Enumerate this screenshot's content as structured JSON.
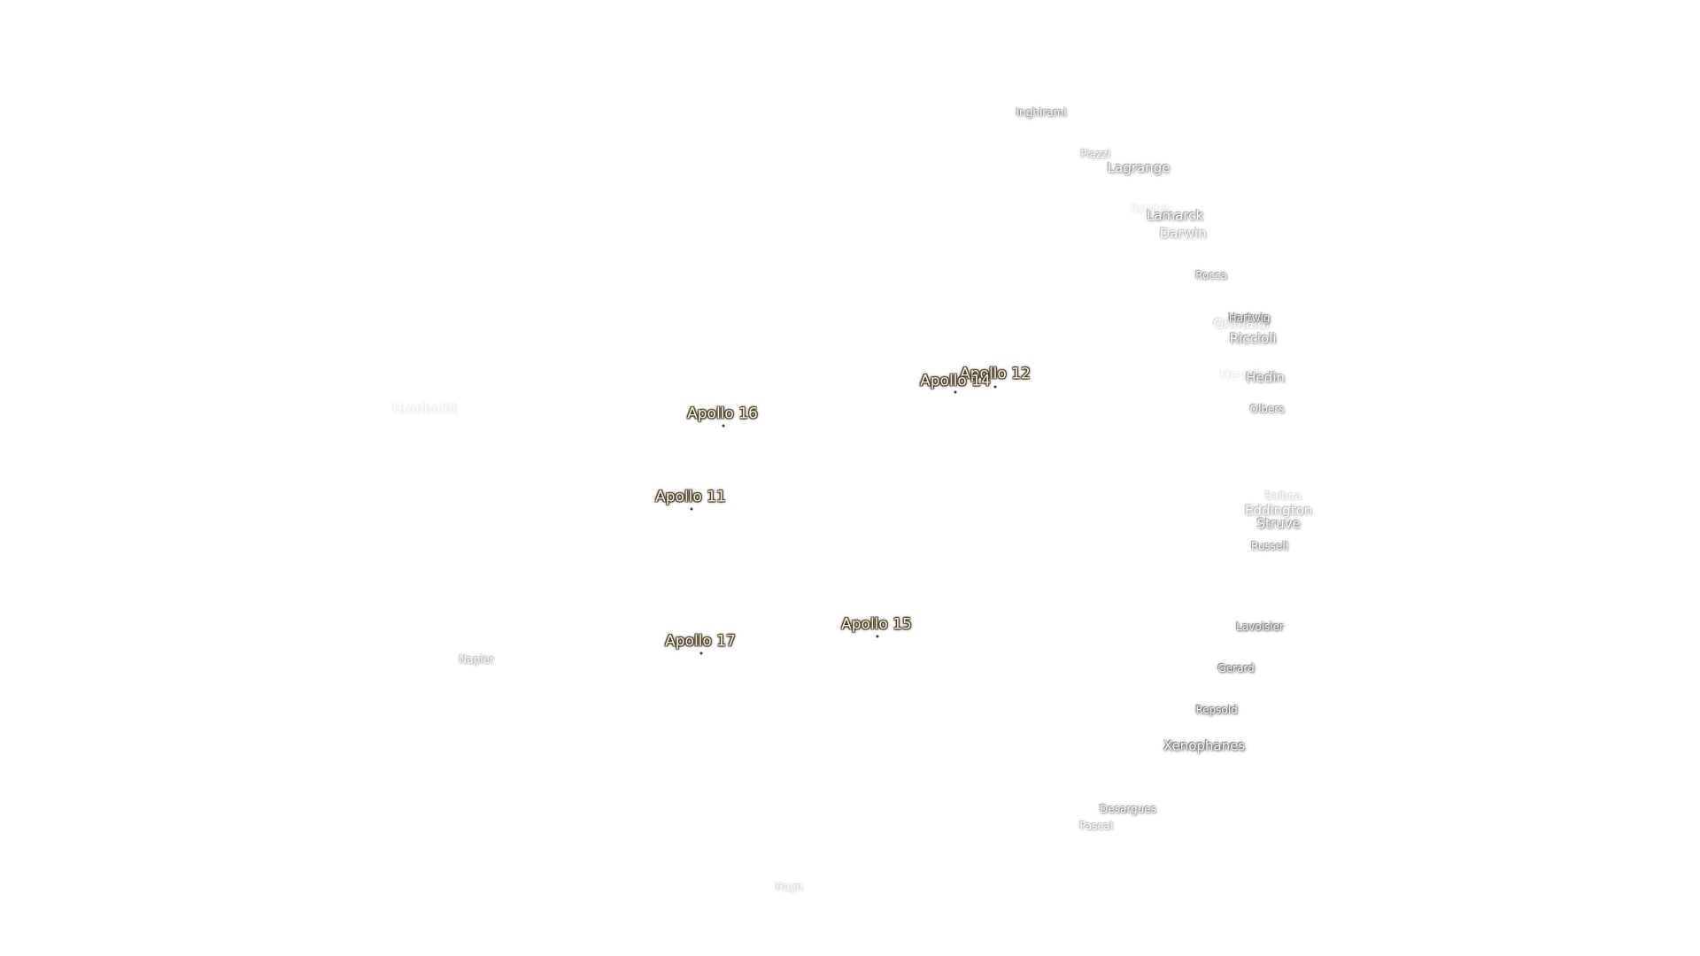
{
  "map": {
    "craters": [
      {
        "name": "Inghirami"
      },
      {
        "name": "Piazzi"
      },
      {
        "name": "Lagrange"
      },
      {
        "name": "Byrgius"
      },
      {
        "name": "Lamarck"
      },
      {
        "name": "Darwin"
      },
      {
        "name": "Rocca"
      },
      {
        "name": "Grimaldi"
      },
      {
        "name": "Hartwig"
      },
      {
        "name": "Riccioli"
      },
      {
        "name": "Hevelius"
      },
      {
        "name": "Hedin"
      },
      {
        "name": "Olbers"
      },
      {
        "name": "Humboldt"
      },
      {
        "name": "Balboa"
      },
      {
        "name": "Eddington"
      },
      {
        "name": "Struve"
      },
      {
        "name": "Russell"
      },
      {
        "name": "Lavoisier"
      },
      {
        "name": "Gerard"
      },
      {
        "name": "Repsold"
      },
      {
        "name": "Xenophanes"
      },
      {
        "name": "Desargues"
      },
      {
        "name": "Pascal"
      },
      {
        "name": "Napier"
      },
      {
        "name": "Hayn"
      }
    ],
    "landing_sites": [
      {
        "name": "Apollo 12"
      },
      {
        "name": "Apollo 14"
      },
      {
        "name": "Apollo 16"
      },
      {
        "name": "Apollo 11"
      },
      {
        "name": "Apollo 15"
      },
      {
        "name": "Apollo 17"
      }
    ]
  }
}
